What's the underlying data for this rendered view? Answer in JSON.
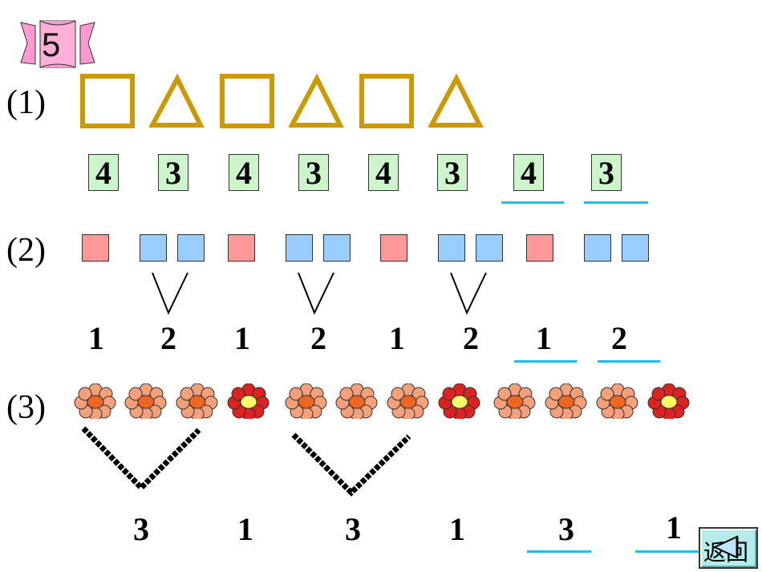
{
  "badge": {
    "number": "5"
  },
  "rows": {
    "row1": {
      "label": "(1)",
      "shapes": [
        "square",
        "triangle",
        "square",
        "triangle",
        "square",
        "triangle"
      ],
      "numbers": [
        "4",
        "3",
        "4",
        "3",
        "4",
        "3"
      ],
      "answers": [
        "4",
        "3"
      ]
    },
    "row2": {
      "label": "(2)",
      "numbers": [
        "1",
        "2",
        "1",
        "2",
        "1",
        "2"
      ],
      "answers": [
        "1",
        "2"
      ]
    },
    "row3": {
      "label": "(3)",
      "numbers": [
        "3",
        "1",
        "3",
        "1"
      ],
      "answers": [
        "3",
        "1"
      ]
    }
  },
  "back_button": {
    "label": "返回"
  },
  "colors": {
    "shape_outline": "#cc9900",
    "number_box": "#ccf5cc",
    "pink_square": "#ff9999",
    "blue_square": "#99ccff",
    "answer_line": "#22bbee",
    "flower_light": "#f4a07a",
    "flower_red": "#dd2222"
  }
}
